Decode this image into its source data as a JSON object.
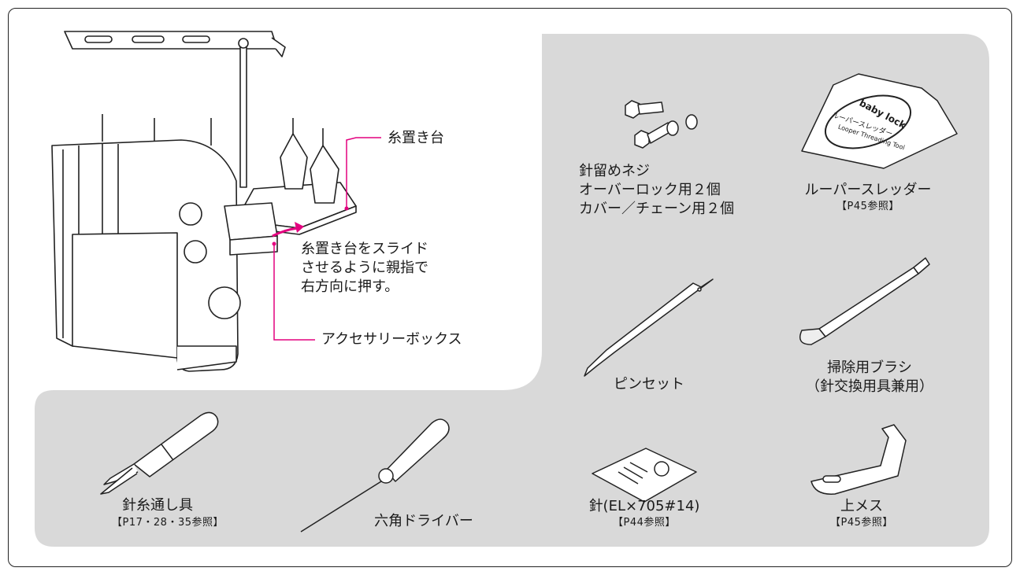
{
  "machine": {
    "thread_stand_label": "糸置き台",
    "instruction_lines": [
      "糸置き台をスライド",
      "させるように親指で",
      "右方向に押す。"
    ],
    "accessory_box_label": "アクセサリーボックス"
  },
  "accessories": {
    "needle_screws": {
      "name": "針留めネジ",
      "detail_1": "オーバーロック用２個",
      "detail_2": "カバー／チェーン用２個"
    },
    "looper_threader": {
      "name": "ルーパースレッダー",
      "ref": "【P45参照】",
      "package_text_1": "baby lock",
      "package_text_2": "ルーパースレッダー",
      "package_text_3": "Looper Threading Tool"
    },
    "tweezers": {
      "name": "ピンセット"
    },
    "cleaning_brush": {
      "name": "掃除用ブラシ",
      "detail": "（針交換用具兼用）"
    },
    "needle_threader": {
      "name": "針糸通し具",
      "ref": "【P17・28・35参照】"
    },
    "hex_driver": {
      "name": "六角ドライバー"
    },
    "needles": {
      "name": "針(EL×705#14)",
      "ref": "【P44参照】"
    },
    "upper_knife": {
      "name": "上メス",
      "ref": "【P45参照】"
    }
  },
  "colors": {
    "panel": "#d9d9d9",
    "pink": "#e4007f",
    "line": "#222222"
  }
}
